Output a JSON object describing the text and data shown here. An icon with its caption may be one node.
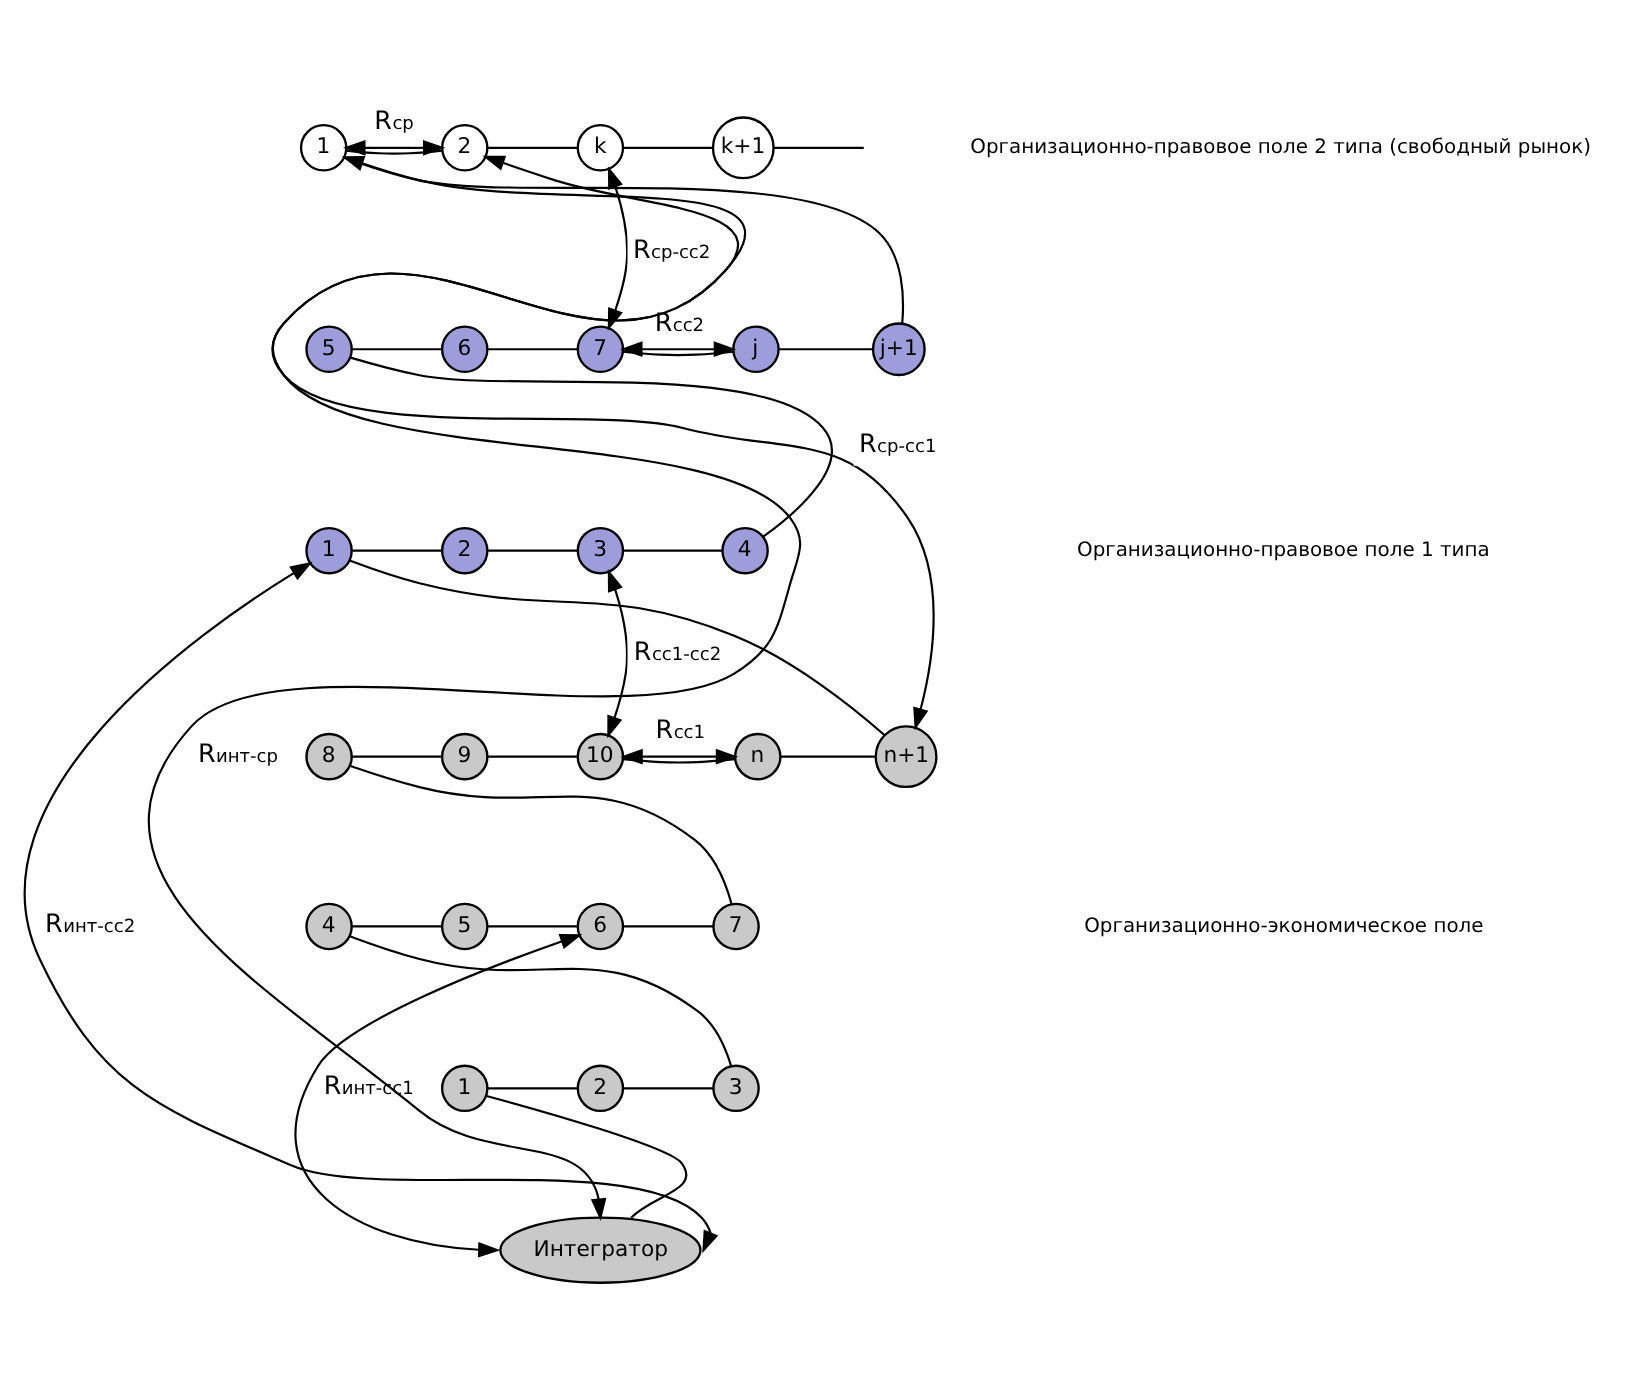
{
  "diagram": {
    "nodes": [
      {
        "text": [
          "2"
        ]
      },
      {
        "text": [
          "k"
        ]
      },
      {
        "text": [
          "1"
        ]
      },
      {
        "text": [
          "k+1"
        ]
      },
      {
        "text": [
          "6"
        ]
      },
      {
        "text": [
          "7"
        ]
      },
      {
        "text": [
          "j+1"
        ]
      },
      {
        "text": [
          "j"
        ]
      },
      {
        "text": [
          "5"
        ]
      },
      {
        "text": [
          "2"
        ]
      },
      {
        "text": [
          "3"
        ]
      },
      {
        "text": [
          "1"
        ]
      },
      {
        "text": [
          "4"
        ]
      },
      {
        "text": [
          "9"
        ]
      },
      {
        "text": [
          "10"
        ]
      },
      {
        "text": [
          "8"
        ]
      },
      {
        "text": [
          "n"
        ]
      },
      {
        "text": [
          "n+1"
        ]
      },
      {
        "text": [
          "5"
        ]
      },
      {
        "text": [
          "6"
        ]
      },
      {
        "text": [
          "4"
        ]
      },
      {
        "text": [
          "7"
        ]
      },
      {
        "text": [
          "2"
        ]
      },
      {
        "text": [
          "1"
        ]
      },
      {
        "text": [
          "3"
        ]
      },
      {
        "text": [
          "Интегратор"
        ]
      }
    ],
    "edges": [
      {
        "from": 25,
        "to": 23,
        "arrow": "none"
      },
      {
        "from": 23,
        "to": 22,
        "arrow": "none"
      },
      {
        "from": 22,
        "to": 24,
        "arrow": "none"
      },
      {
        "from": 24,
        "to": 20,
        "arrow": "none"
      },
      {
        "from": 20,
        "to": 18,
        "arrow": "none"
      },
      {
        "from": 18,
        "to": 19,
        "arrow": "none"
      },
      {
        "from": 19,
        "to": 21,
        "arrow": "none"
      },
      {
        "from": 21,
        "to": 15,
        "arrow": "none"
      },
      {
        "from": 15,
        "to": 13,
        "arrow": "none"
      },
      {
        "from": 13,
        "to": 14,
        "arrow": "none"
      },
      {
        "from": 14,
        "to": 16,
        "arrow": "none"
      },
      {
        "from": 16,
        "to": 17,
        "arrow": "none"
      },
      {
        "from": 17,
        "to": 11,
        "arrow": "none"
      },
      {
        "from": 11,
        "to": 9,
        "arrow": "none"
      },
      {
        "from": 9,
        "to": 10,
        "arrow": "none"
      },
      {
        "from": 10,
        "to": 12,
        "arrow": "none"
      },
      {
        "from": 12,
        "to": 8,
        "arrow": "none"
      },
      {
        "from": 8,
        "to": 4,
        "arrow": "none"
      },
      {
        "from": 4,
        "to": 5,
        "arrow": "none"
      },
      {
        "from": 5,
        "to": 7,
        "arrow": "none"
      },
      {
        "from": 7,
        "to": 6,
        "arrow": "none"
      },
      {
        "from": 6,
        "to": 2,
        "arrow": "none"
      },
      {
        "from": 2,
        "to": 0,
        "arrow": "none"
      },
      {
        "from": 0,
        "to": 1,
        "arrow": "none"
      },
      {
        "from": 1,
        "to": 3,
        "arrow": "none"
      },
      {
        "from": 3,
        "to": null,
        "arrow": "none"
      },
      {
        "from": 0,
        "to": 2,
        "arrow": "both",
        "label": "R$_{ср}$"
      },
      {
        "from": 25,
        "to": 0,
        "arrow": "both",
        "label": "R$_{инт-ср}$"
      },
      {
        "from": 1,
        "to": 5,
        "arrow": "both",
        "label": "R$_{ср-сс2}$"
      },
      {
        "from": 5,
        "to": 7,
        "arrow": "both",
        "label": "R$_{сс2}$"
      },
      {
        "from": 2,
        "to": 17,
        "arrow": "both",
        "label": "R$_{ср-сс1}$"
      },
      {
        "from": 10,
        "to": 14,
        "arrow": "both",
        "label": "R$_{сс1-сс2}$"
      },
      {
        "from": 14,
        "to": 16,
        "arrow": "both",
        "label": "R$_{сс1}$"
      },
      {
        "from": 19,
        "to": 25,
        "arrow": "both",
        "label": "R$_{инт-сс1}$"
      },
      {
        "from": 11,
        "to": 25,
        "arrow": "both",
        "label": "R$_{инт-сс2}$"
      }
    ],
    "labels": [
      "Организационно-правовое поле 2 типа (свободный рынок)",
      "Организационно-правовое поле 1 типа",
      "Организационно-экономическое поле"
    ]
  }
}
